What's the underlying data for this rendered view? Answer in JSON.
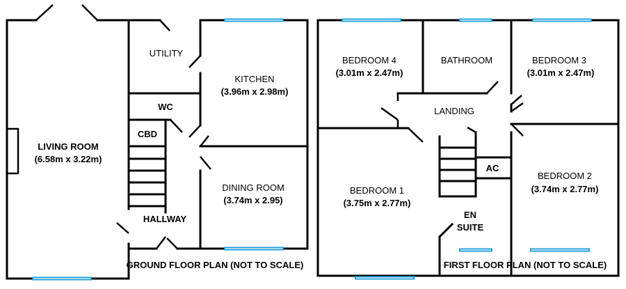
{
  "ground_floor": {
    "caption": "GROUND FLOOR PLAN (NOT TO SCALE)",
    "rooms": {
      "living_room": {
        "name": "LIVING ROOM",
        "size": "(6.58m x 3.22m)"
      },
      "utility": {
        "name": "UTILITY"
      },
      "kitchen": {
        "name": "KITCHEN",
        "size": "(3.96m x 2.98m)"
      },
      "wc": {
        "name": "WC"
      },
      "cbd": {
        "name": "CBD"
      },
      "dining_room": {
        "name": "DINING ROOM",
        "size": "(3.74m x 2.95)"
      },
      "hallway": {
        "name": "HALLWAY"
      }
    }
  },
  "first_floor": {
    "caption": "FIRST FLOOR PLAN (NOT TO SCALE)",
    "rooms": {
      "bedroom_4": {
        "name": "BEDROOM 4",
        "size": "(3.01m x 2.47m)"
      },
      "bathroom": {
        "name": "BATHROOM"
      },
      "bedroom_3": {
        "name": "BEDROOM 3",
        "size": "(3.01m x 2.47m)"
      },
      "landing": {
        "name": "LANDING"
      },
      "bedroom_1": {
        "name": "BEDROOM 1",
        "size": "(3.75m x 2.77m)"
      },
      "ac": {
        "name": "AC"
      },
      "en_suite": {
        "name_line1": "EN",
        "name_line2": "SUITE"
      },
      "bedroom_2": {
        "name": "BEDROOM 2",
        "size": "(3.74m x 2.77m)"
      }
    }
  },
  "colors": {
    "wall": "#000000",
    "window": "#1d9fd8"
  }
}
